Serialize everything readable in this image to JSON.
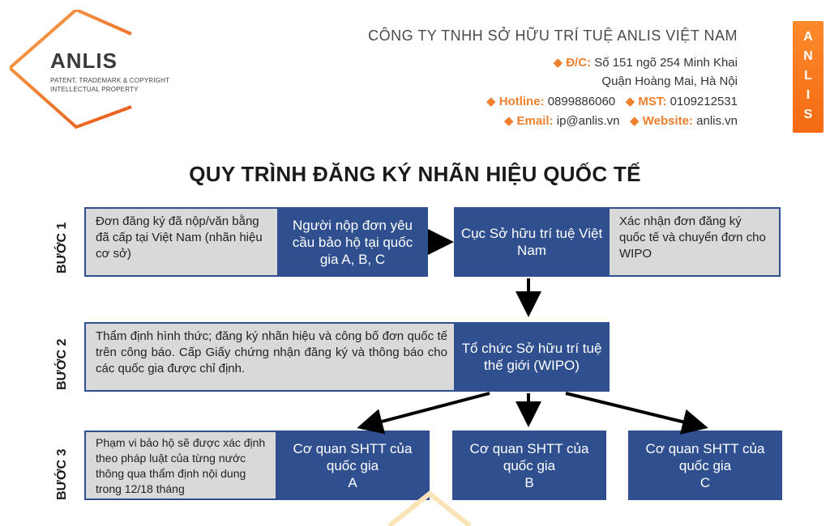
{
  "logo": {
    "name": "ANLIS",
    "tagline_1": "PATENT, TRADEMARK & COPYRIGHT",
    "tagline_2": "INTELLECTUAL PROPERTY"
  },
  "header": {
    "company": "CÔNG TY TNHH SỞ HỮU TRÍ TUỆ ANLIS VIỆT NAM",
    "address_label": "Đ/C:",
    "address_1": "Số 151 ngõ 254 Minh Khai",
    "address_2": "Quận Hoàng Mai, Hà Nội",
    "hotline_label": "Hotline:",
    "hotline": "0899886060",
    "mst_label": "MST:",
    "mst": "0109212531",
    "email_label": "Email:",
    "email": "ip@anlis.vn",
    "website_label": "Website:",
    "website": "anlis.vn",
    "bullet": "◆"
  },
  "side_tab": [
    "A",
    "N",
    "L",
    "I",
    "S"
  ],
  "title": "QUY TRÌNH ĐĂNG KÝ NHÃN HIỆU QUỐC TẾ",
  "steps": {
    "s1": "BƯỚC 1",
    "s2": "BƯỚC 2",
    "s3": "BƯỚC 3"
  },
  "step1": {
    "basis": "Đơn đăng ký đã nộp/văn bằng đã cấp tại Việt Nam (nhãn hiệu cơ sở)",
    "applicant": "Người nộp đơn yêu cầu bảo hộ tại quốc gia A, B, C",
    "office": "Cục Sở hữu trí tuệ Việt Nam",
    "confirm": "Xác nhận đơn đăng ký quốc tế và chuyển đơn cho WIPO"
  },
  "step2": {
    "examination": "Thẩm định hình thức; đăng ký nhãn hiệu và công bố đơn quốc tế trên công báo. Cấp Giấy chứng nhận đăng ký và thông báo cho các quốc gia được chỉ định.",
    "wipo": "Tổ chức Sở hữu trí tuệ thế giới (WIPO)"
  },
  "step3": {
    "scope": "Phạm vi bảo hộ sẽ được xác định theo pháp luật của từng nước thông qua thẩm định nội dung trong 12/18 tháng",
    "office_prefix": "Cơ quan SHTT của quốc gia",
    "office_a": "A",
    "office_b": "B",
    "office_c": "C"
  },
  "colors": {
    "accent": "#ee7f2c",
    "box_blue": "#2f4f8f",
    "box_gray": "#d9d9d9"
  }
}
